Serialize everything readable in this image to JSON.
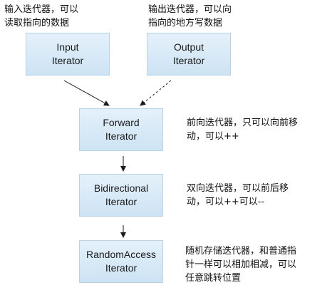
{
  "notes": {
    "input": [
      "输入迭代器，可以",
      "读取指向的数据"
    ],
    "output": [
      "输出迭代器，可以向",
      "指向的地方写数据"
    ],
    "forward": [
      "前向迭代器，只可以向前移",
      "动，可以++"
    ],
    "bidirectional": [
      "双向迭代器，可以前后移",
      "动，可以++可以--"
    ],
    "random_access": [
      "随机存储迭代器，和普通指",
      "针一样可以相加相减，可以",
      "任意跳转位置"
    ]
  },
  "boxes": {
    "input": [
      "Input",
      "Iterator"
    ],
    "output": [
      "Output",
      "Iterator"
    ],
    "forward": [
      "Forward",
      "Iterator"
    ],
    "bidirectional": [
      "Bidirectional",
      "Iterator"
    ],
    "random_access": [
      "RandomAccess",
      "Iterator"
    ]
  },
  "edges": [
    {
      "from": "input",
      "to": "forward",
      "style": "solid"
    },
    {
      "from": "output",
      "to": "forward",
      "style": "dashed"
    },
    {
      "from": "forward",
      "to": "bidirectional",
      "style": "solid"
    },
    {
      "from": "bidirectional",
      "to": "random_access",
      "style": "solid"
    }
  ],
  "colors": {
    "box_fill_top": "#e4f1fb",
    "box_fill_bottom": "#cde3f3",
    "box_border": "#b9d3e6",
    "arrow": "#1a1a1a"
  }
}
